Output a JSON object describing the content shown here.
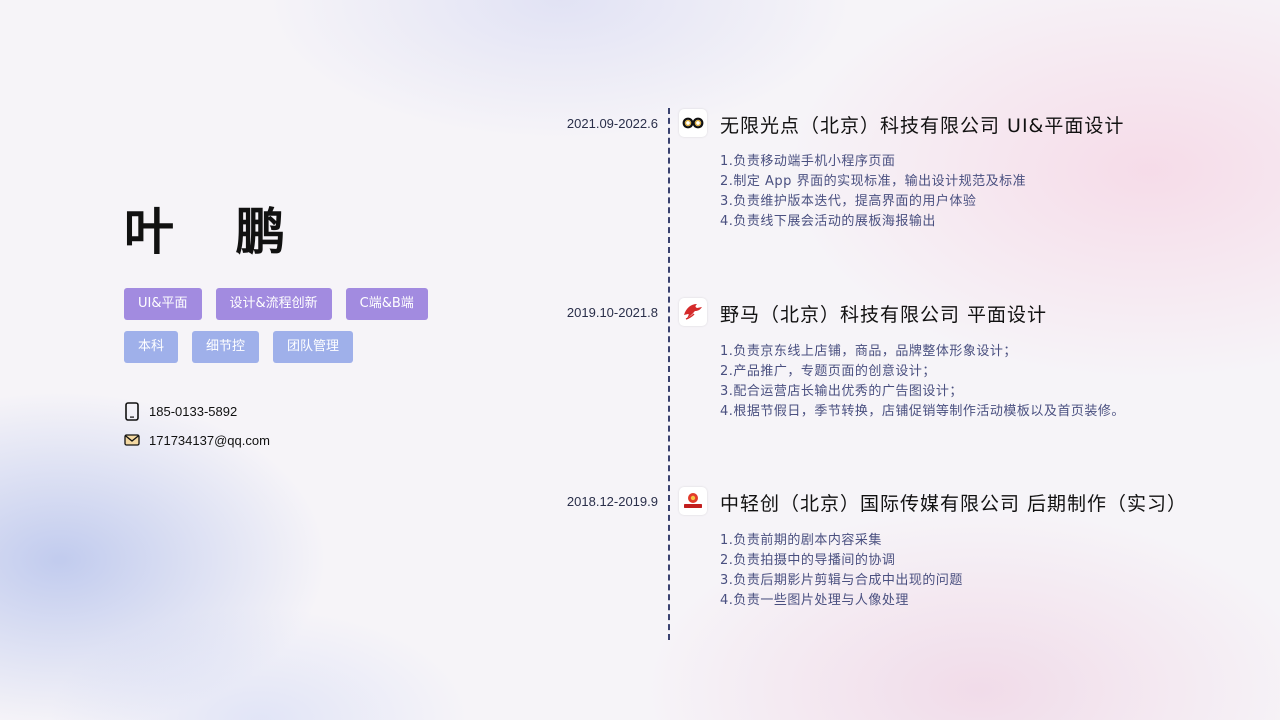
{
  "profile": {
    "name": "叶 鹏",
    "tags_row1": [
      "UI&平面",
      "设计&流程创新",
      "C端&B端"
    ],
    "tags_row2": [
      "本科",
      "细节控",
      "团队管理"
    ],
    "phone": "185-0133-5892",
    "email": "171734137@qq.com",
    "phone_icon": "phone-icon",
    "email_icon": "mail-icon"
  },
  "colors": {
    "tag_purple": "#a28be0",
    "tag_blue": "#9fb0ea",
    "timeline": "#3a4270",
    "duty_text": "#4a5080"
  },
  "experience": [
    {
      "date": "2021.09-2022.6",
      "logo_icon": "infinity-logo-icon",
      "title": "无限光点（北京）科技有限公司 UI&平面设计",
      "duties": [
        "1.负责移动端手机小程序页面",
        "2.制定 App 界面的实现标准，输出设计规范及标准",
        "3.负责维护版本迭代，提高界面的用户体验",
        "4.负责线下展会活动的展板海报输出"
      ]
    },
    {
      "date": "2019.10-2021.8",
      "logo_icon": "horse-logo-icon",
      "title": "野马（北京）科技有限公司 平面设计",
      "duties": [
        "1.负责京东线上店铺，商品，品牌整体形象设计；",
        "2.产品推广，专题页面的创意设计；",
        "3.配合运营店长输出优秀的广告图设计；",
        "4.根据节假日，季节转换，店铺促销等制作活动模板以及首页装修。"
      ]
    },
    {
      "date": "2018.12-2019.9",
      "logo_icon": "media-logo-icon",
      "title": "中轻创（北京）国际传媒有限公司 后期制作（实习）",
      "duties": [
        "1.负责前期的剧本内容采集",
        "2.负责拍摄中的导播间的协调",
        "3.负责后期影片剪辑与合成中出现的问题",
        "4.负责一些图片处理与人像处理"
      ]
    }
  ]
}
